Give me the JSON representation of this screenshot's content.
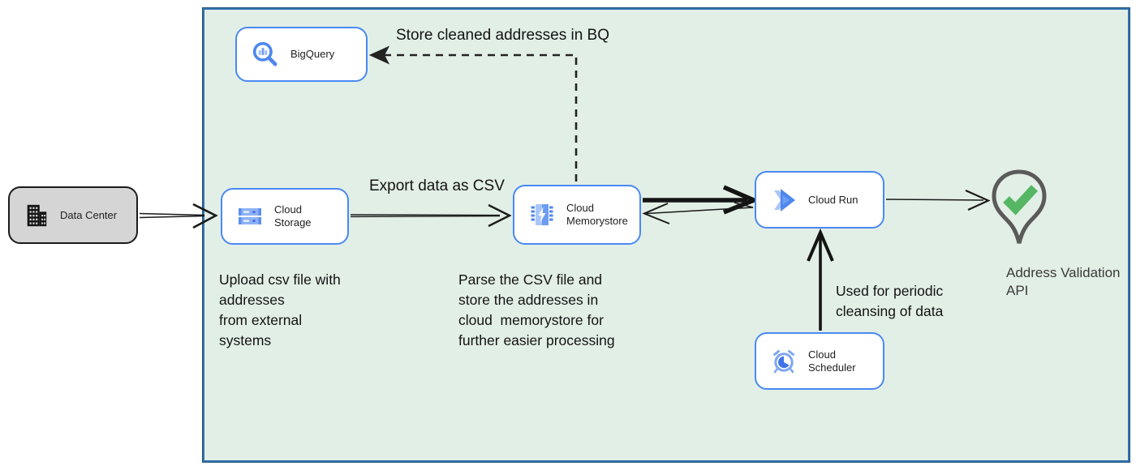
{
  "nodes": {
    "data_center": {
      "label": "Data Center"
    },
    "bigquery": {
      "label": "BigQuery"
    },
    "cloud_storage": {
      "label": "Cloud Storage"
    },
    "cloud_memorystore": {
      "label": "Cloud\nMemorystore"
    },
    "cloud_run": {
      "label": "Cloud Run"
    },
    "cloud_scheduler": {
      "label": "Cloud Scheduler"
    },
    "address_validation_api": {
      "label": "Address Validation\nAPI"
    }
  },
  "annotations": {
    "store_bq": "Store cleaned addresses in BQ",
    "export_csv": "Export data as CSV",
    "upload_note": "Upload csv file with\naddresses\nfrom external\nsystems",
    "parse_note": "Parse the CSV file and\nstore the addresses in\ncloud  memorystore for\nfurther easier processing",
    "periodic_note": "Used for periodic\ncleansing of data"
  },
  "colors": {
    "container_fill": "#e2efe6",
    "container_border": "#3273ae",
    "node_border": "#4a89f2",
    "datacenter_fill": "#d5d5d5",
    "icon_blue": "#4f87ee",
    "icon_light_blue": "#a9c6f8",
    "check_green": "#55b663",
    "pin_gray": "#5a5a5a",
    "arrow_black": "#1a1a1a"
  }
}
